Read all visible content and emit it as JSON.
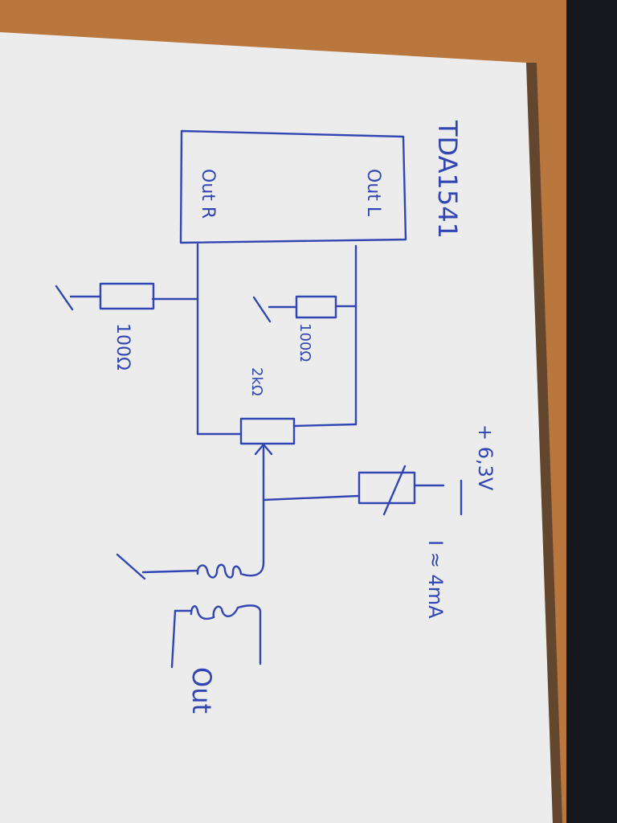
{
  "diagram": {
    "chip_label": "TDA1541",
    "out_left_label": "Out L",
    "out_right_label": "Out R",
    "resistor_right_label": "100Ω",
    "resistor_left_label": "100Ω",
    "pot_label": "2kΩ",
    "supply_label": "+ 6,3V",
    "current_label": "I ≈ 4mA",
    "output_label": "Out"
  },
  "colors": {
    "ink": "#3146b3",
    "paper": "#ececec",
    "desk": "#b9763d",
    "edge_shadow": "#15181c"
  }
}
